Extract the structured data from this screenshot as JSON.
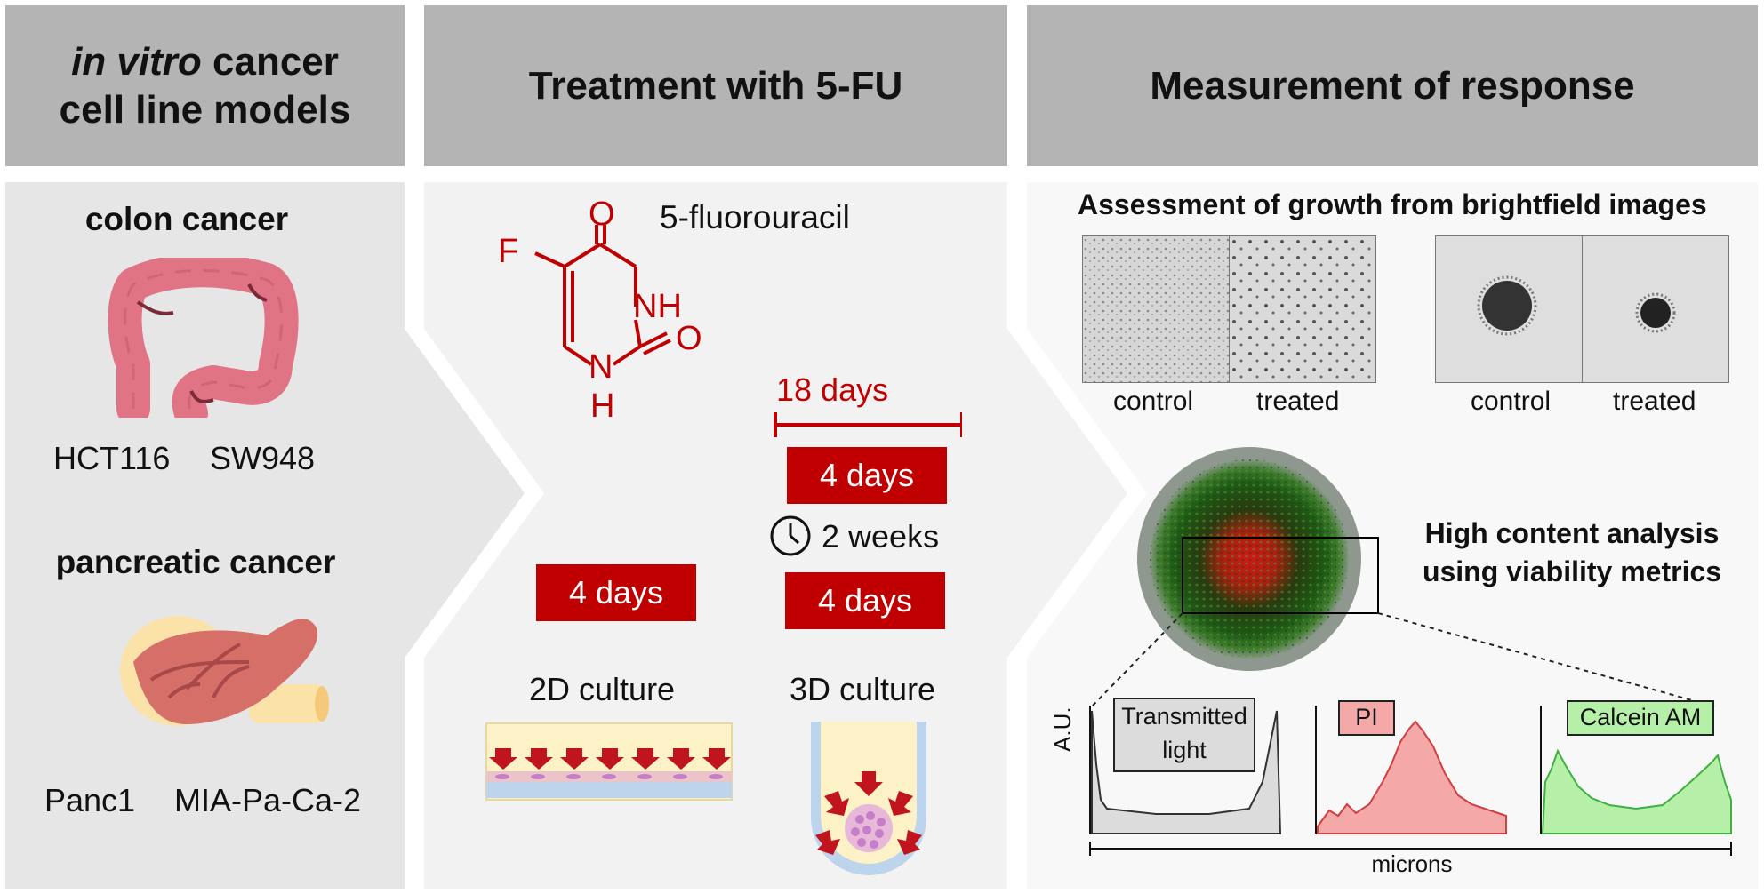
{
  "headers": {
    "models_em": "in vitro",
    "models_rest": " cancer",
    "models_line2": "cell line models",
    "treatment": "Treatment with 5-FU",
    "measurement": "Measurement of response"
  },
  "models": {
    "colon_title": "colon cancer",
    "colon_lines": [
      "HCT116",
      "SW948"
    ],
    "pancreatic_title": "pancreatic cancer",
    "pancreatic_lines": [
      "Panc1",
      "MIA-Pa-Ca-2"
    ]
  },
  "treatment": {
    "drug_name": "5-fluorouracil",
    "atoms": {
      "o_top": "O",
      "f": "F",
      "nh_right": "NH",
      "o_right": "O",
      "n_bottom": "N",
      "h_bottom": "H"
    },
    "span_label": "18 days",
    "box_3d_top": "4 days",
    "interval": "2 weeks",
    "box_3d_bottom": "4 days",
    "box_2d": "4 days",
    "culture_2d": "2D culture",
    "culture_3d": "3D culture"
  },
  "measurement": {
    "growth_title": "Assessment of growth from brightfield images",
    "labels_2d": [
      "control",
      "treated"
    ],
    "labels_3d": [
      "control",
      "treated"
    ],
    "hca_line1": "High content analysis",
    "hca_line2": "using viability metrics",
    "profiles": [
      {
        "label": "Transmitted light",
        "label_line1": "Transmitted",
        "label_line2": "light",
        "fill": "#dcdcdc",
        "stroke": "#333333"
      },
      {
        "label": "PI",
        "fill": "#f4a8a8",
        "stroke": "#d04040"
      },
      {
        "label": "Calcein AM",
        "fill": "#b6f0a8",
        "stroke": "#40b040"
      }
    ],
    "yaxis": "A.U.",
    "xaxis": "microns"
  },
  "colors": {
    "accent_red": "#c00000",
    "header_gray": "#b4b4b4",
    "panel_gray": "#e6e6e6"
  }
}
